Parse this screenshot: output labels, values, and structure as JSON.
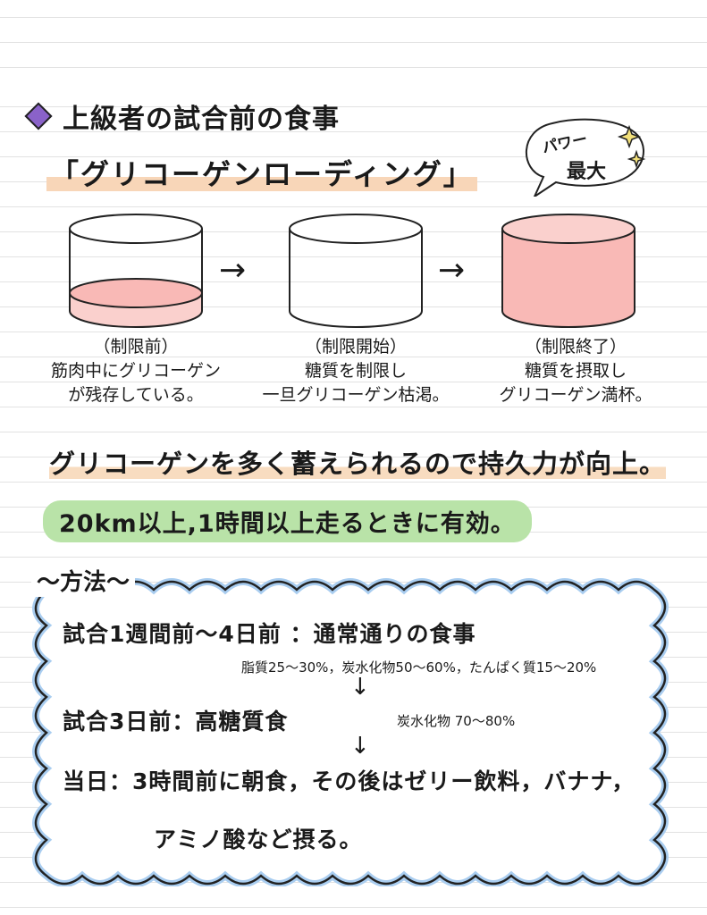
{
  "title": "上級者の試合前の食事",
  "subtitle": "「グリコーゲンローディング」",
  "bubble": {
    "line1": "パワー",
    "line2": "最大"
  },
  "stages": [
    {
      "label": "（制限前）",
      "line1": "筋肉中にグリコーゲン",
      "line2": "が残存している。",
      "fill_fraction": 0.2
    },
    {
      "label": "（制限開始）",
      "line1": "糖質を制限し",
      "line2": "一旦グリコーゲン枯渇。",
      "fill_fraction": 0.0
    },
    {
      "label": "（制限終了）",
      "line1": "糖質を摂取し",
      "line2": "グリコーゲン満杯。",
      "fill_fraction": 1.0
    }
  ],
  "arrow_symbol": "→",
  "summary": "グリコーゲンを多く蓄えられるので持久力が向上。",
  "condition": "20km以上,1時間以上走るときに有効。",
  "method": {
    "heading": "～方法～",
    "step1": "試合1週間前～4日前 ：通常通りの食事",
    "step1_note": "脂質25～30%，炭水化物50～60%，たんぱく質15～20%",
    "step2": "試合3日前：高糖質食",
    "step2_note": "炭水化物 70～80%",
    "step3_line1": "当日：3時間前に朝食，その後はゼリー飲料，バナナ，",
    "step3_line2": "アミノ酸など摂る。",
    "down_arrow": "↓"
  },
  "colors": {
    "pink": "#f9b9b6",
    "pink_light": "#fad0cd",
    "green": "#b9e3a8",
    "blue_cloud": "#a9cdf0",
    "gem": "#8a62c9",
    "sparkle": "#f2e07a"
  }
}
